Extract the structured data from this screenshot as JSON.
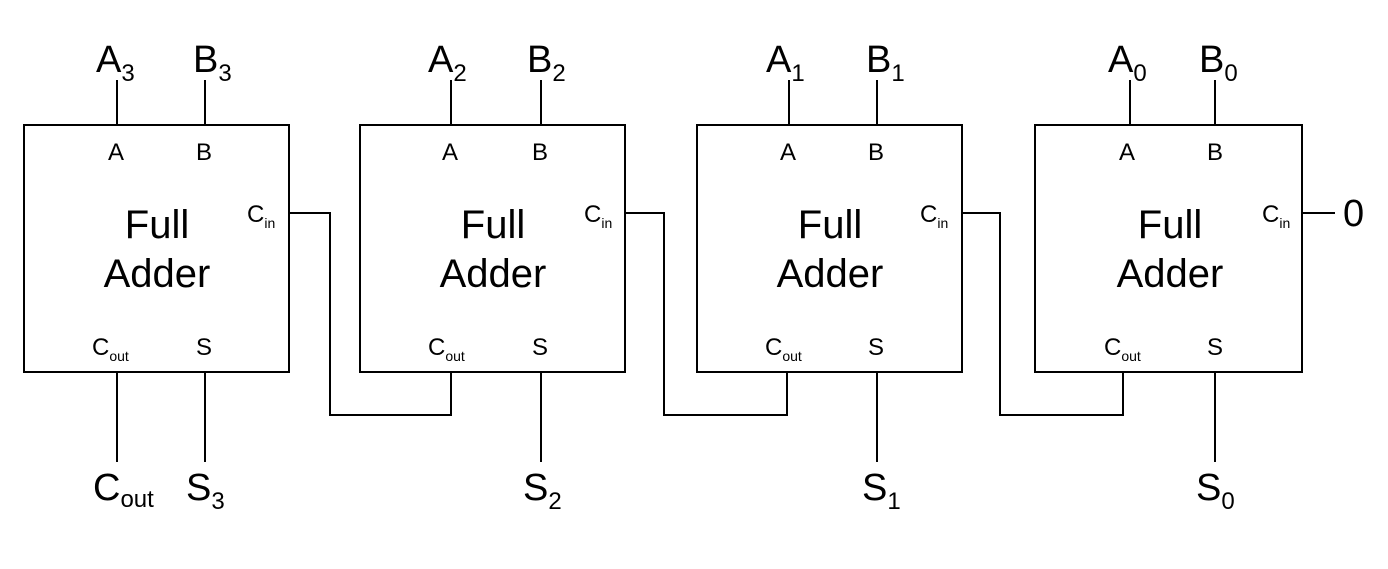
{
  "adders": [
    {
      "title_line1": "Full",
      "title_line2": "Adder",
      "pin_a": "A",
      "pin_b": "B",
      "pin_cin_main": "C",
      "pin_cin_sub": "in",
      "pin_cout_main": "C",
      "pin_cout_sub": "out",
      "pin_s": "S",
      "input_a_main": "A",
      "input_a_sub": "3",
      "input_b_main": "B",
      "input_b_sub": "3",
      "output_s_main": "S",
      "output_s_sub": "3",
      "output_cout_main": "C",
      "output_cout_sub": "out"
    },
    {
      "title_line1": "Full",
      "title_line2": "Adder",
      "pin_a": "A",
      "pin_b": "B",
      "pin_cin_main": "C",
      "pin_cin_sub": "in",
      "pin_cout_main": "C",
      "pin_cout_sub": "out",
      "pin_s": "S",
      "input_a_main": "A",
      "input_a_sub": "2",
      "input_b_main": "B",
      "input_b_sub": "2",
      "output_s_main": "S",
      "output_s_sub": "2"
    },
    {
      "title_line1": "Full",
      "title_line2": "Adder",
      "pin_a": "A",
      "pin_b": "B",
      "pin_cin_main": "C",
      "pin_cin_sub": "in",
      "pin_cout_main": "C",
      "pin_cout_sub": "out",
      "pin_s": "S",
      "input_a_main": "A",
      "input_a_sub": "1",
      "input_b_main": "B",
      "input_b_sub": "1",
      "output_s_main": "S",
      "output_s_sub": "1"
    },
    {
      "title_line1": "Full",
      "title_line2": "Adder",
      "pin_a": "A",
      "pin_b": "B",
      "pin_cin_main": "C",
      "pin_cin_sub": "in",
      "pin_cout_main": "C",
      "pin_cout_sub": "out",
      "pin_s": "S",
      "input_a_main": "A",
      "input_a_sub": "0",
      "input_b_main": "B",
      "input_b_sub": "0",
      "output_s_main": "S",
      "output_s_sub": "0",
      "carry_in_value": "0"
    }
  ]
}
